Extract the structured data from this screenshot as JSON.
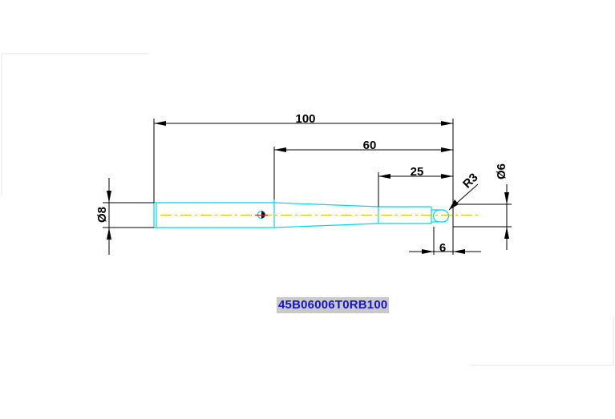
{
  "colors": {
    "background": "#ffffff",
    "dimension_lines": "#000000",
    "part_outline": "#00d8e8",
    "centerline": "#e0c000",
    "center_mark": "#e01010",
    "part_label_text": "#1414c8",
    "part_label_bg": "#c9c9c9"
  },
  "dimensions": {
    "overall_length": "100",
    "taper_start": "60",
    "neck_length": "25",
    "ball_radius": "R3",
    "ball_diameter": "Ø6",
    "shank_diameter": "Ø8",
    "ball_width": "6"
  },
  "part_number": "45B06006T0RB100"
}
